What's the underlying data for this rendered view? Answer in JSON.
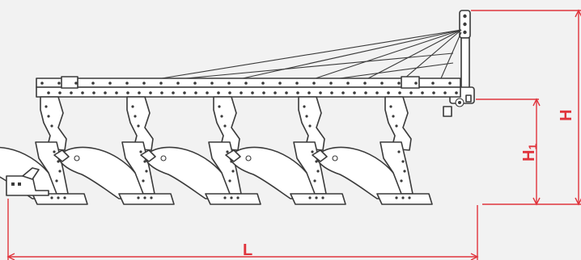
{
  "dimensions": {
    "length_label": "L",
    "height_label": "H",
    "h1_label": "H1",
    "h1_label_main": "H",
    "h1_label_sub": "1"
  },
  "colors": {
    "background": "#f2f2f2",
    "line": "#3a3a3a",
    "dimension": "#e0343c"
  },
  "plough": {
    "bodies": 5
  }
}
